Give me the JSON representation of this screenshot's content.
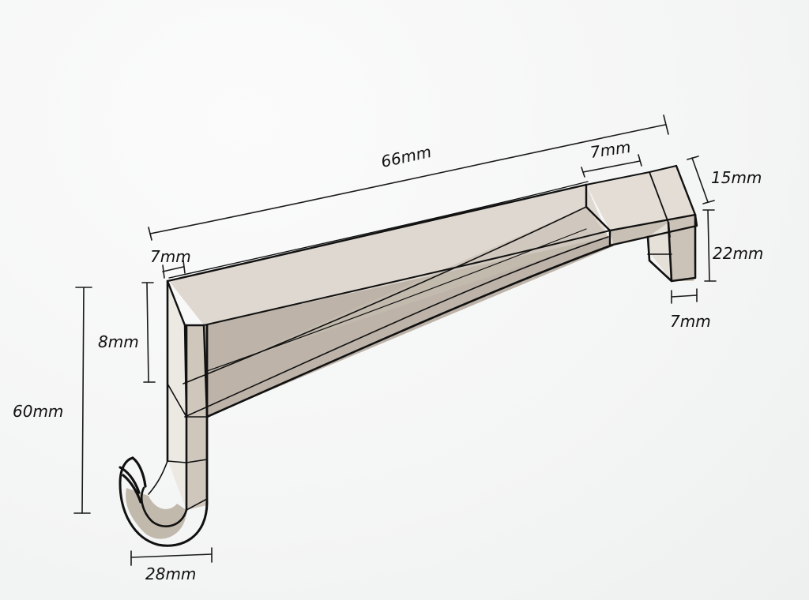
{
  "dimensions": {
    "total_length": "66mm",
    "end_block_length": "7mm",
    "end_block_height": "15mm",
    "end_block_drop": "22mm",
    "end_block_depth": "7mm",
    "arm_thickness": "7mm",
    "arm_height": "8mm",
    "overall_height": "60mm",
    "hook_width": "28mm"
  },
  "colors": {
    "paper": "#f7f8f8",
    "ink": "#111111",
    "marker_shade": "#b8aea3",
    "marker_light": "#d9d2c9"
  }
}
